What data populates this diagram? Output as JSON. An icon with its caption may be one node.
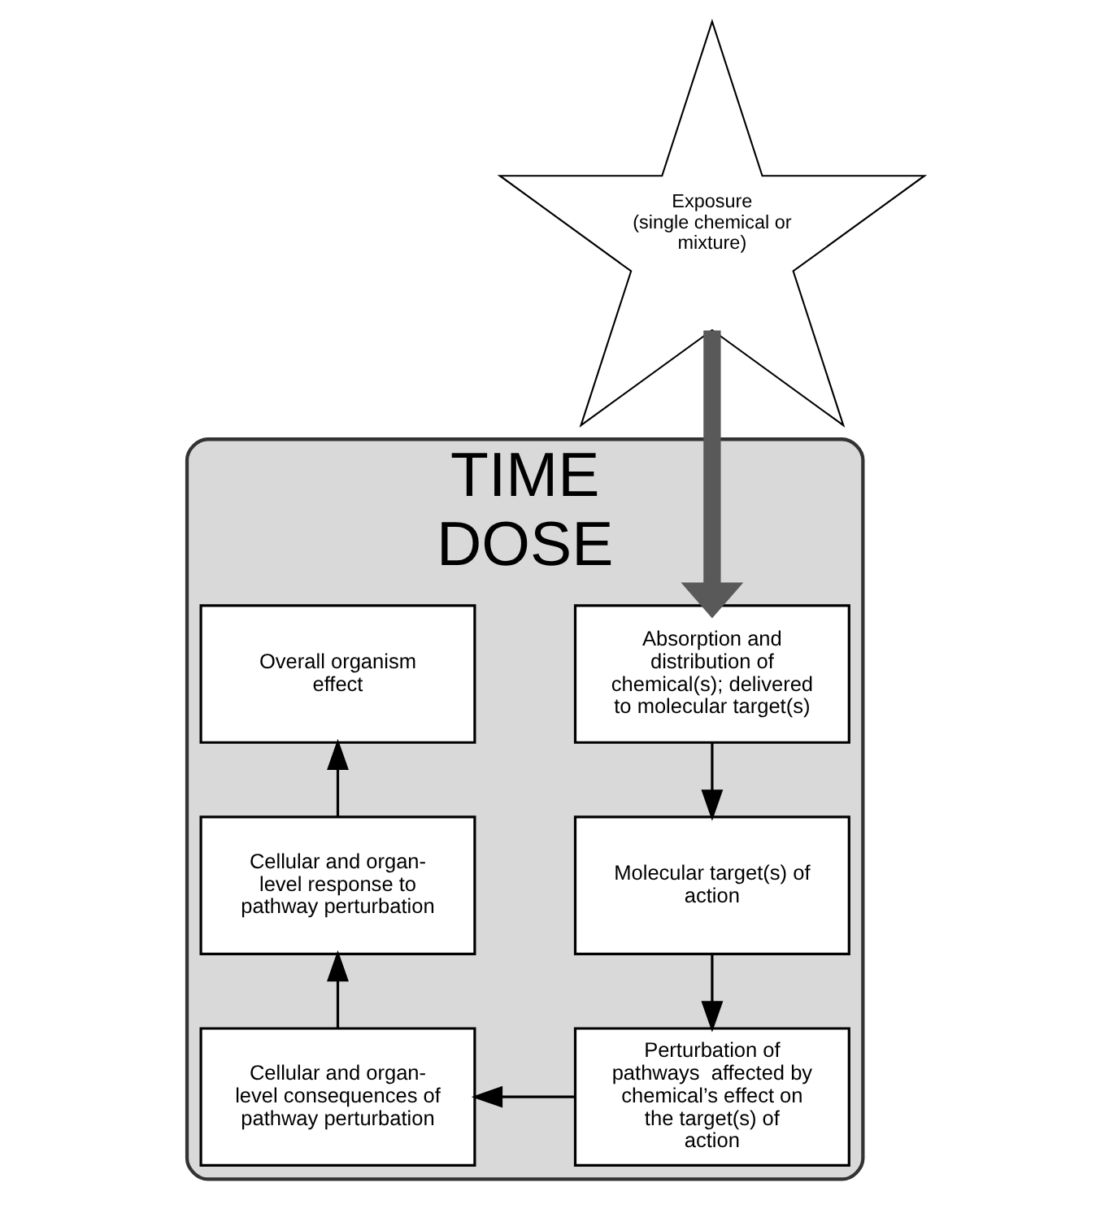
{
  "diagram": {
    "nodes": [
      {
        "text": [
          "TIME",
          "DOSE"
        ]
      },
      {
        "text": [
          "Exposure",
          "(single chemical or mixture)"
        ]
      },
      {
        "text": [
          "Absorption and distribution of chemical(s); delivered to molecular target(s)"
        ],
        "in": 0
      },
      {
        "text": [
          "Overall organism effect"
        ],
        "in": 0
      },
      {
        "text": [
          "Molecular target(s) of action"
        ],
        "in": 0
      },
      {
        "text": [
          "Cellular and organ-level response to pathway perturbation"
        ],
        "in": 0
      },
      {
        "text": [
          "Perturbation of pathways  affected by chemical’s effect on the target(s) of action"
        ],
        "in": 0
      },
      {
        "text": [
          "Cellular and organ-level consequences of pathway perturbation"
        ],
        "in": 0
      }
    ],
    "edges": [
      {
        "from": 1,
        "to": 2,
        "arrow": "to",
        "style": "thick",
        "color": "#595959"
      },
      {
        "from": 2,
        "to": 4,
        "arrow": "to"
      },
      {
        "from": 4,
        "to": 6,
        "arrow": "to"
      },
      {
        "from": 6,
        "to": 7,
        "arrow": "to"
      },
      {
        "from": 7,
        "to": 5,
        "arrow": "to"
      },
      {
        "from": 5,
        "to": 3,
        "arrow": "to"
      }
    ]
  }
}
